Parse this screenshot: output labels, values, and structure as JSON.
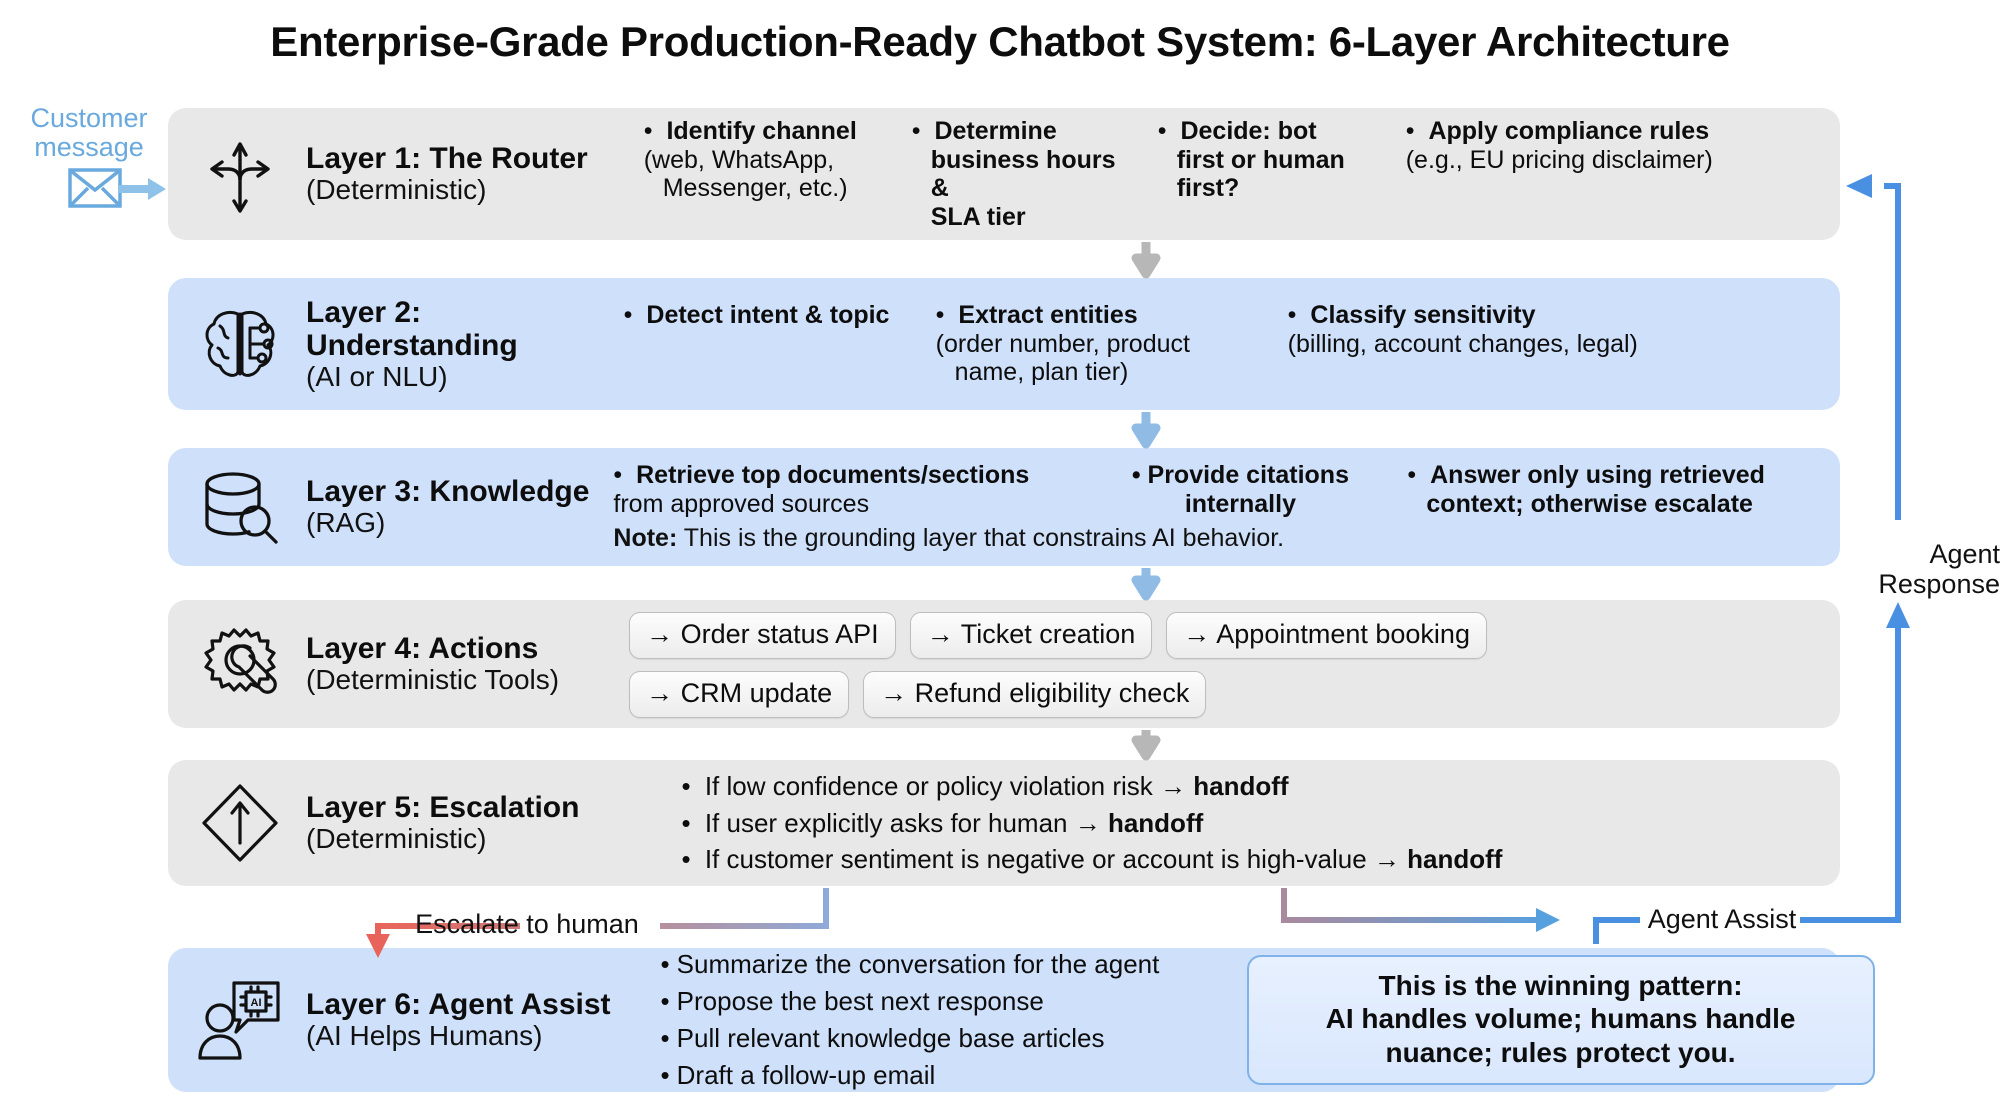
{
  "title": "Enterprise-Grade Production-Ready Chatbot System: 6-Layer Architecture",
  "inlet": {
    "label": "Customer\nmessage",
    "icon": "envelope-icon",
    "arrow": "arrow-right-icon",
    "color": "#6aa9dd"
  },
  "colors": {
    "gray_layer": "#e8e8e8",
    "blue_layer": "#cfe0fb",
    "accent_blue": "#4a90e2",
    "escalate_red": "#e8645a",
    "callout_border": "#7fb2e8",
    "connector_gray": "#b7b7b7",
    "connector_blue": "#8fbbe4"
  },
  "layers": [
    {
      "id": "layer-1",
      "icon": "route-split-arrows-icon",
      "tone": "gray",
      "name": "Layer 1: The Router",
      "sub": "(Deterministic)",
      "columns": [
        {
          "main": "Identify channel",
          "sub": "(web, WhatsApp,\nMessenger, etc.)"
        },
        {
          "main": "Determine\nbusiness hours &\nSLA tier",
          "sub": ""
        },
        {
          "main": "Decide: bot\nfirst or human\nfirst?",
          "sub": ""
        },
        {
          "main": "Apply compliance rules",
          "sub": "(e.g., EU pricing disclaimer)"
        }
      ]
    },
    {
      "id": "layer-2",
      "icon": "brain-circuit-icon",
      "tone": "blue",
      "name": "Layer 2:\nUnderstanding",
      "sub": "(AI or NLU)",
      "columns": [
        {
          "main": "Detect intent & topic",
          "sub": ""
        },
        {
          "main": "Extract entities",
          "sub": "(order number, product\nname, plan tier)"
        },
        {
          "main": "Classify sensitivity",
          "sub": "(billing, account changes, legal)"
        }
      ]
    },
    {
      "id": "layer-3",
      "icon": "database-search-icon",
      "tone": "blue",
      "name": "Layer 3: Knowledge",
      "sub": "(RAG)",
      "columns": [
        {
          "main": "Retrieve top documents/sections",
          "sub": "from approved sources"
        },
        {
          "main": "Provide citations\ninternally",
          "sub": ""
        },
        {
          "main": "Answer only using retrieved\ncontext; otherwise escalate",
          "sub": ""
        }
      ],
      "note_label": "Note:",
      "note_text": " This is the grounding layer that constrains AI behavior."
    },
    {
      "id": "layer-4",
      "icon": "gear-wrench-icon",
      "tone": "gray",
      "name": "Layer 4: Actions",
      "sub": "(Deterministic Tools)",
      "pills": [
        "→ Order status API",
        "→ Ticket creation",
        "→ Appointment booking",
        "→ CRM update",
        "→ Refund eligibility check"
      ]
    },
    {
      "id": "layer-5",
      "icon": "diamond-up-arrow-icon",
      "tone": "gray",
      "name": "Layer 5: Escalation",
      "sub": "(Deterministic)",
      "rules": [
        {
          "text": "If low confidence or policy violation risk → ",
          "strong": "handoff"
        },
        {
          "text": "If user explicitly asks for human → ",
          "strong": "handoff"
        },
        {
          "text": "If customer sentiment is negative or account is high-value → ",
          "strong": "handoff"
        }
      ]
    },
    {
      "id": "layer-6",
      "icon": "person-ai-chat-icon",
      "tone": "blue",
      "name": "Layer 6: Agent Assist",
      "sub": "(AI Helps Humans)",
      "bullets": [
        "Summarize the conversation for the agent",
        "Propose the best next response",
        "Pull relevant knowledge base articles",
        "Draft a follow-up email"
      ],
      "callout": "This is the winning pattern:\nAI handles volume; humans handle\nnuance; rules protect you."
    }
  ],
  "connectors": {
    "escalate_label": "Escalate to human",
    "agent_assist_label": "Agent Assist",
    "agent_response_label": "Agent\nResponse"
  }
}
